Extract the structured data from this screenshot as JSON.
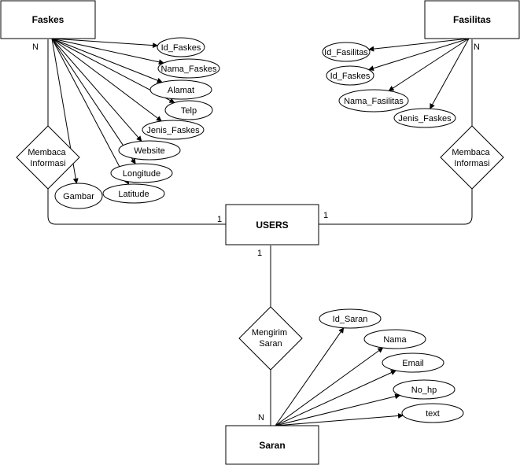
{
  "entities": {
    "faskes": "Faskes",
    "fasilitas": "Fasilitas",
    "users": "USERS",
    "saran": "Saran"
  },
  "relationships": {
    "faskes_users": "Membaca\nInformasi",
    "fasilitas_users": "Membaca\nInformasi",
    "users_saran": "Mengirim\nSaran"
  },
  "cardinalities": {
    "faskes": "N",
    "fasilitas": "N",
    "users_left": "1",
    "users_right": "1",
    "users_bottom": "1",
    "saran": "N"
  },
  "attributes": {
    "faskes": [
      "Id_Faskes",
      "Nama_Faskes",
      "Alamat",
      "Telp",
      "Jenis_Faskes",
      "Website",
      "Longitude",
      "Latitude",
      "Gambar"
    ],
    "fasilitas": [
      "Id_Fasilitas",
      "Id_Faskes",
      "Nama_Fasilitas",
      "Jenis_Faskes"
    ],
    "saran": [
      "Id_Saran",
      "Nama",
      "Email",
      "No_hp",
      "text"
    ]
  }
}
